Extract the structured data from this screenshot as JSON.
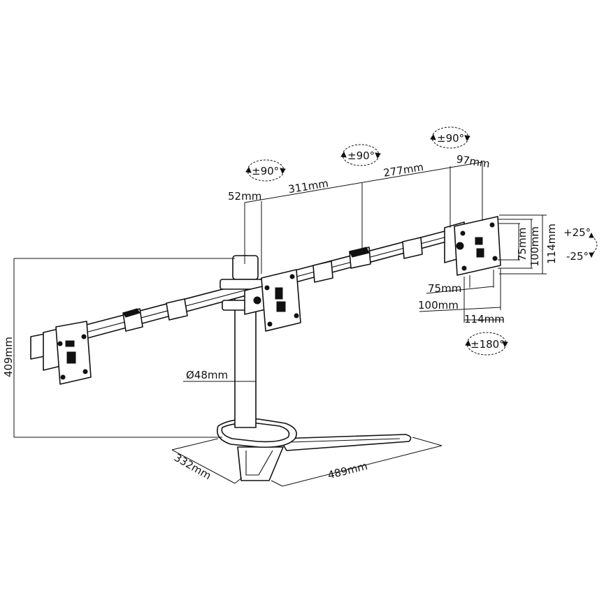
{
  "labels": {
    "rot_left": "±90°",
    "rot_mid": "±90°",
    "rot_right": "±90°",
    "rot_panel": "±180°",
    "tilt_up": "+25°",
    "tilt_down": "-25°",
    "dim_52": "52mm",
    "dim_311": "311mm",
    "dim_277": "277mm",
    "dim_97": "97mm",
    "dim_409": "409mm",
    "dim_48": "Ø48mm",
    "dim_332": "332mm",
    "dim_489": "489mm",
    "vesa_75_h": "75mm",
    "vesa_100_h": "100mm",
    "vesa_114_h": "114mm",
    "vesa_75_v": "75mm",
    "vesa_100_v": "100mm",
    "vesa_114_v": "114mm"
  }
}
